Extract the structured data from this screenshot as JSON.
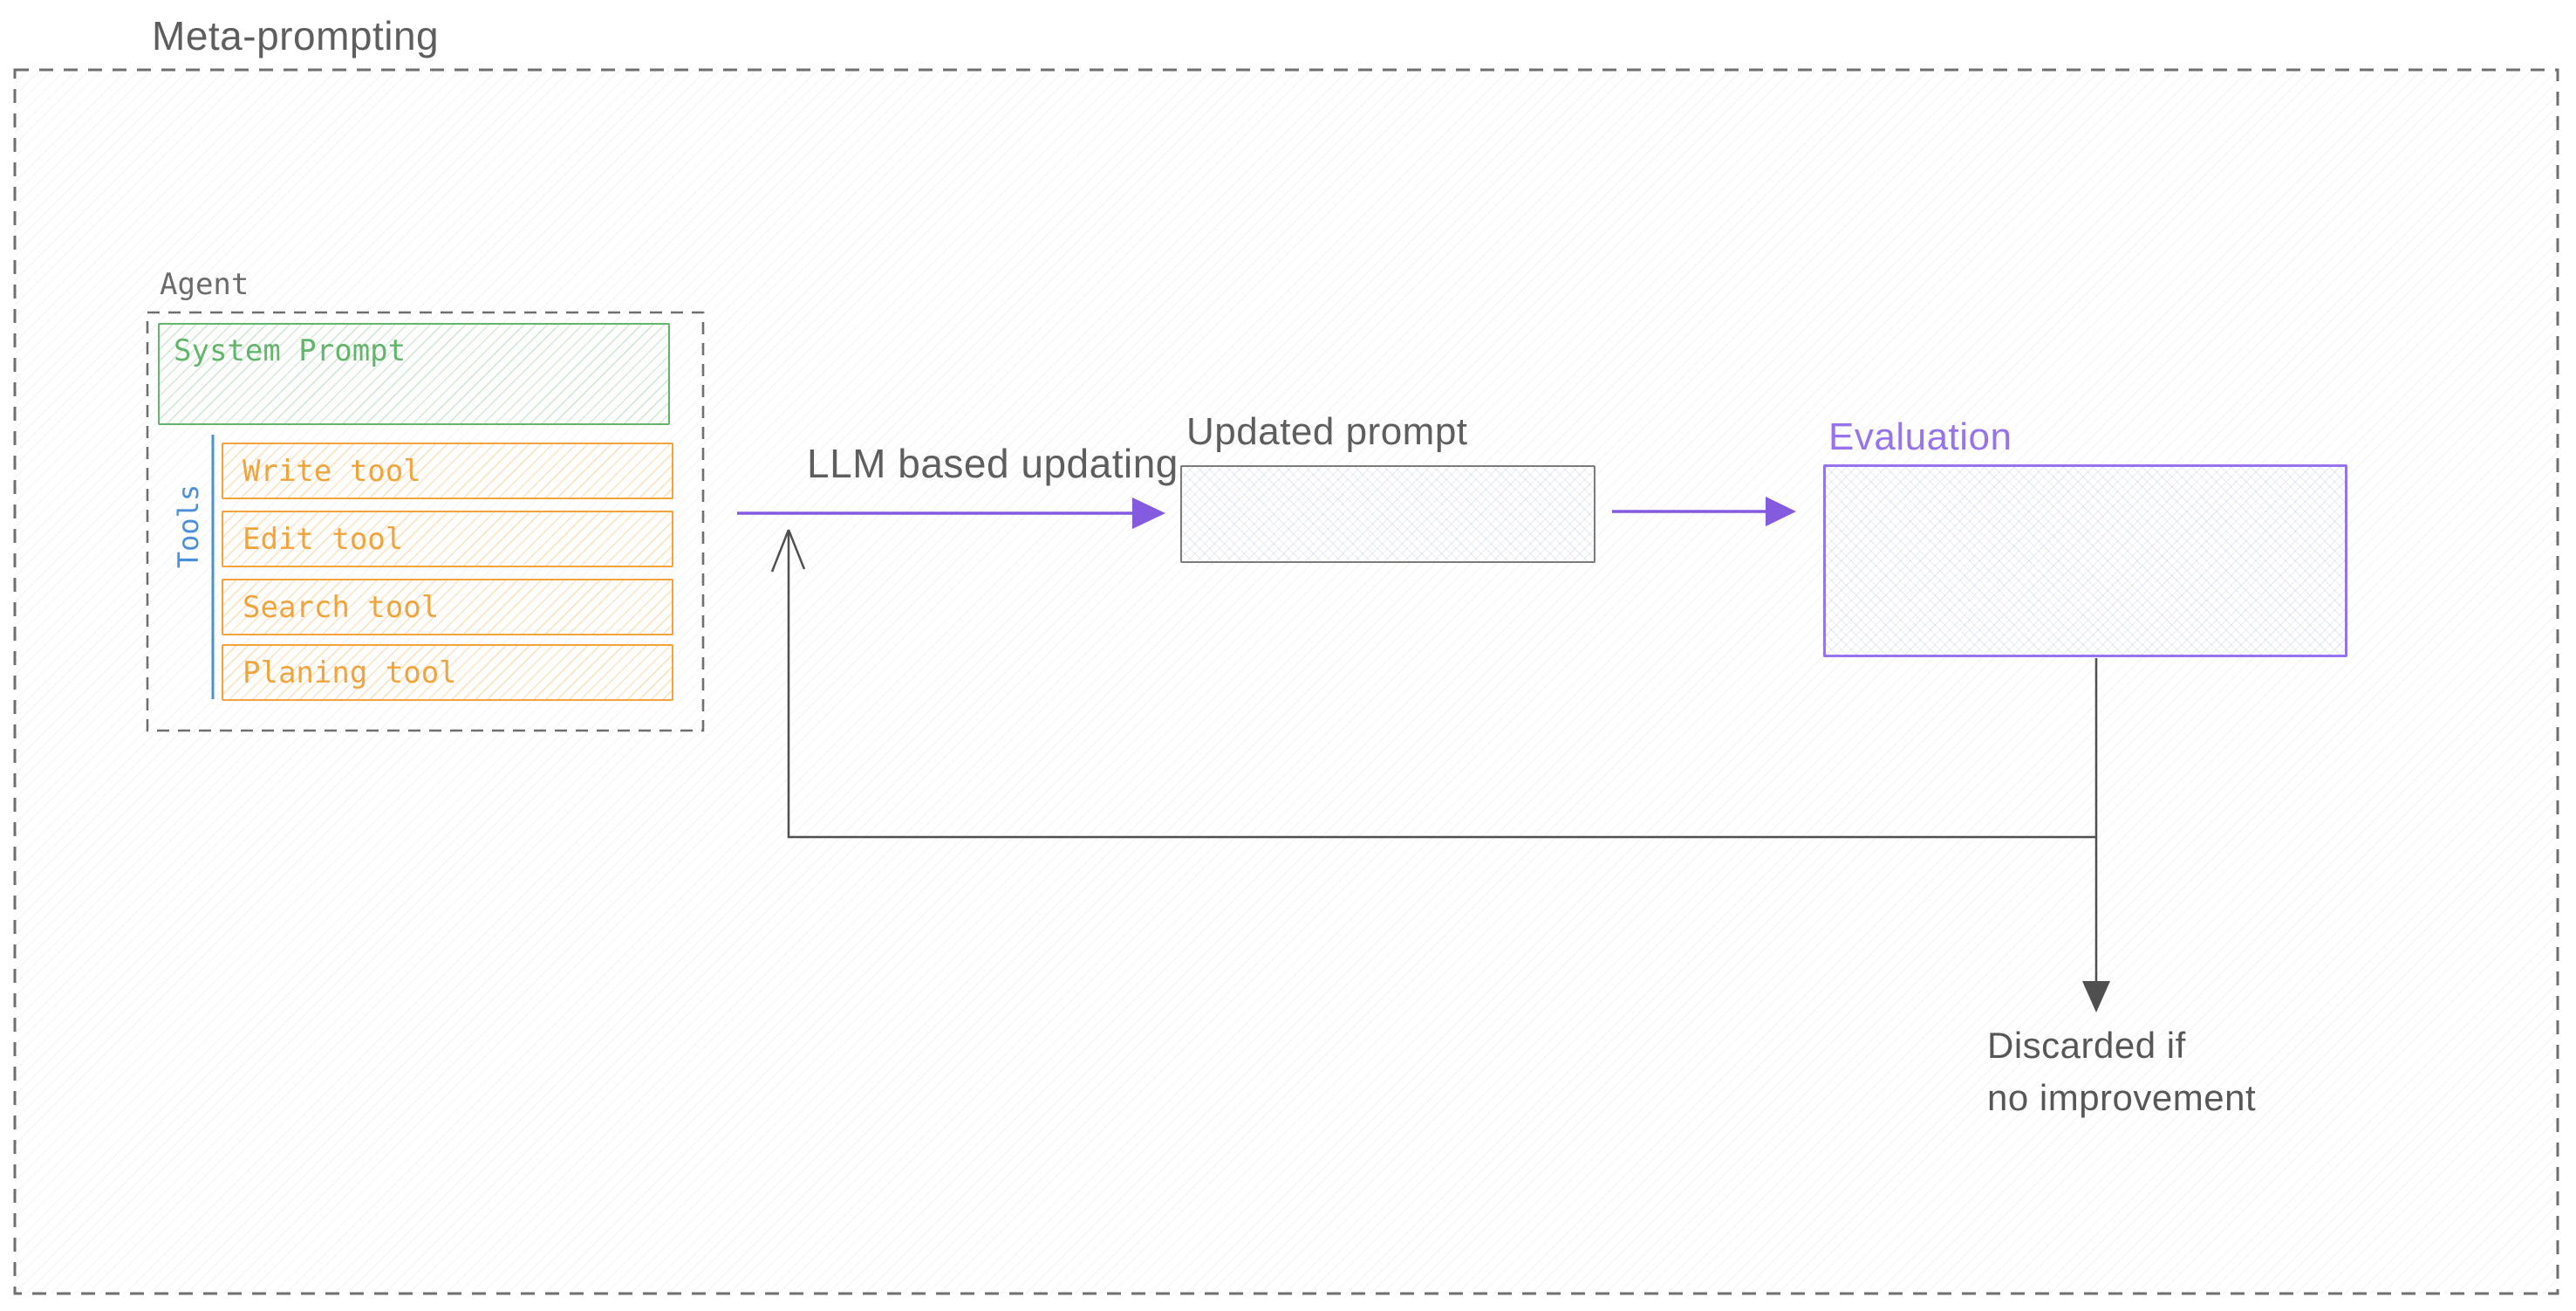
{
  "diagram": {
    "title": "Meta-prompting",
    "agent": {
      "label": "Agent",
      "system_prompt": {
        "label": "System Prompt"
      },
      "tools": {
        "label": "Tools",
        "items": [
          "Write tool",
          "Edit tool",
          "Search tool",
          "Planing tool"
        ]
      }
    },
    "flow": {
      "llm_arrow_label": "LLM based updating",
      "updated_prompt_label": "Updated prompt",
      "evaluation_label": "Evaluation",
      "discard_note_line1": "Discarded if",
      "discard_note_line2": "no improvement"
    }
  },
  "colors": {
    "gray_text": "#5e5e5e",
    "border_gray": "#6f6f6f",
    "dark_line": "#4f4f4f",
    "green": "#63b56c",
    "orange": "#f1a33c",
    "blue": "#4a90d9",
    "purple": "#845adf",
    "purple_light": "#9674ee",
    "box_gray": "#7b7b7b"
  }
}
